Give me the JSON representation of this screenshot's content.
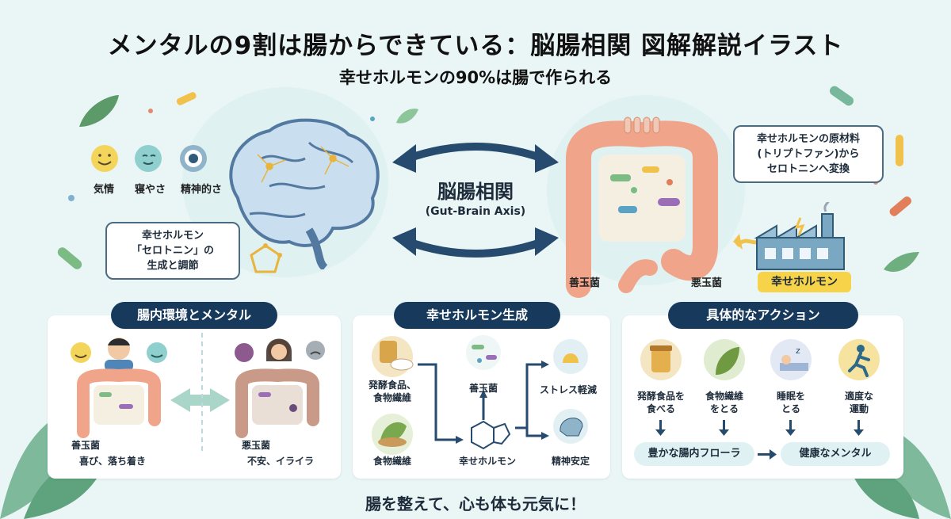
{
  "title": "メンタルの9割は腸からできている：脳腸相関 図解解説イラスト",
  "subtitle": "幸せホルモンの90%は腸で作られる",
  "center": {
    "jp": "脳腸相関",
    "en": "(Gut-Brain Axis)"
  },
  "mood_labels": [
    "気情",
    "寝やさ",
    "精神的さ"
  ],
  "brain_bubble": {
    "line1": "幸せホルモン",
    "line2": "「セロトニン」の",
    "line3": "生成と調節"
  },
  "gut_bubble": {
    "line1": "幸せホルモンの原材料",
    "line2": "(トリプトファン)から",
    "line3": "セロトニンへ変換"
  },
  "good_bacteria": "善玉菌",
  "bad_bacteria": "悪玉菌",
  "happy_hormone_badge": "幸せホルモン",
  "panel1": {
    "heading": "腸内環境とメンタル",
    "left_label": "善玉菌",
    "left_caption": "喜び、落ち着き",
    "right_label": "悪玉菌",
    "right_caption": "不安、イライラ"
  },
  "panel2": {
    "heading": "幸せホルモン生成",
    "food1_line1": "発酵食品、",
    "food1_line2": "食物繊維",
    "food2": "食物繊維",
    "bacteria": "善玉菌",
    "hormone": "幸せホルモン",
    "effect1": "ストレス軽減",
    "effect2": "精神安定"
  },
  "panel3": {
    "heading": "具体的なアクション",
    "actions": [
      {
        "line1": "発酵食品を",
        "line2": "食べる"
      },
      {
        "line1": "食物繊維",
        "line2": "をとる"
      },
      {
        "line1": "睡眠を",
        "line2": "とる"
      },
      {
        "line1": "適度な",
        "line2": "運動"
      }
    ],
    "flora": "豊かな腸内フローラ",
    "mental": "健康なメンタル"
  },
  "footer": "腸を整えて、心も体も元気に！",
  "colors": {
    "navy": "#173a5c",
    "gut": "#f0a48a",
    "brain": "#c9dff0",
    "yellow": "#f7d34a"
  }
}
